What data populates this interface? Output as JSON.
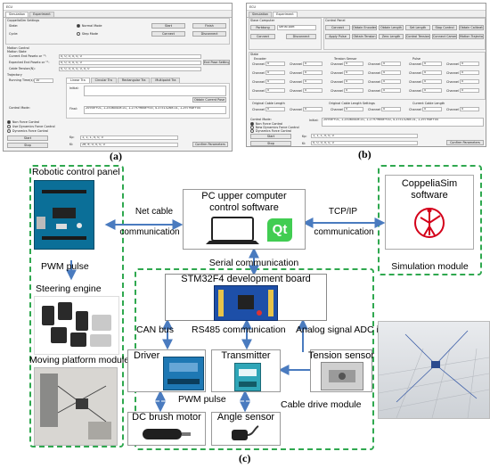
{
  "labels": {
    "a": "(a)",
    "b": "(b)",
    "c": "(c)"
  },
  "colors": {
    "dashed_border": "#2fa84f",
    "arrow": "#4a7bbf",
    "box_border": "#7a9cc8",
    "qt_green": "#41cd52",
    "coppelia_red": "#d4001a"
  },
  "screen_a": {
    "title": "ECU",
    "tabs": [
      "Simulation",
      "Experiment"
    ],
    "settings_title": "CoppeliaSim Settings",
    "state_label": "State:",
    "normal_mode": "Normal Mode",
    "cycle_label": "Cycle:",
    "step_mode": "Step Mode",
    "start": "Start",
    "finish": "Finish",
    "connect": "Connect",
    "disconnect": "Disconnect",
    "motion_title": "Motion Control",
    "motion_state": "Motion State",
    "current_label": "Current End Posetx or \"\":",
    "current_value": "0, 0, 0, 0, 0, 0",
    "expected_label": "Expected End Posetx or \"\":",
    "expected_value": "0, 0, 0, 0, 0, 0",
    "end_pose_btn": "End Pose Settings",
    "cable_label": "Cable Tension(N):",
    "cable_value": "0, 0, 0, 0, 0, 0, 0, 0",
    "trajectory_label": "Trajectory",
    "running_label": "Running Time(s):",
    "running_value": "10",
    "traj_tabs": [
      "Linear Tra",
      "Circular Tra",
      "Rectangular Tra",
      "Multipoint Tra"
    ],
    "initial_label": "Initial:",
    "obtain_btn": "Obtain Current Pose",
    "final_label": "Final:",
    "final_value": "2095e+01,  1.2506040e-01,  1.2797966e+00, 4.3751526e-01,  1.29794e+00",
    "control_mode": "Control Mode:",
    "modes": [
      "Non Force Control",
      "Use Dynamics Force Control",
      "Dynamics Force Control"
    ],
    "start_btn": "Start",
    "stop_btn": "Stop",
    "kp_label": "Kp:",
    "kp_value": "1, 1, 1, 0, 0, 0",
    "ki_label": "Ki:",
    "ki_value": "2e, e, 0, 0, 0, 0",
    "confirm_btn": "Confirm Parameters"
  },
  "screen_b": {
    "title": "ECU",
    "tabs": [
      "Simulation",
      "Experiment"
    ],
    "slave_title": "Slave Computer",
    "port_btn": "Portdong",
    "serial_port": "Serial port",
    "connect_btn": "Connect",
    "disconnect_btn": "Disconnect",
    "control_panel": "Control Panel",
    "cp_row1": [
      "Connect",
      "Obtain Encoder",
      "Obtain Length",
      "Set Length",
      "Stop Control",
      "Obtain Calibration"
    ],
    "cp_row2": [
      "Apply Pulse",
      "Obtain Tension",
      "Zero Length",
      "Control Tension",
      "Connect Camera",
      "Motion Trajectory"
    ],
    "state_title": "State",
    "encoder": "Encoder",
    "tension_sensor": "Tension Sensor",
    "pulse": "Pulse",
    "channels": [
      "Channel 1",
      "Channel 2",
      "Channel 3",
      "Channel 4",
      "Channel 5",
      "Channel 6",
      "Channel 7",
      "Channel 8"
    ],
    "zero": "0",
    "original_cable": "Original Cable Length",
    "original_settings": "Original Cable Length Settings",
    "current_cable": "Current Cable Length",
    "control_mode": "Control Mode:",
    "initial_label": "Initial:",
    "initial_value": "2095e+01,  1.2506040e-01,  1.2797966e+00, 4.3751526e-01,  1.29794e+00",
    "modes": [
      "Non Force Control",
      "New Dynamics Force Control",
      "Dynamics Force Control"
    ],
    "start_btn": "Start",
    "stop_btn": "Stop",
    "kp_label": "Kp:",
    "kp_value": "1, 1, 1, 0, 0, 0",
    "ki_label": "Ki:",
    "ki_value": "0, 0, 0, 0, 0, 0",
    "confirm_btn": "Confirm Parameters"
  },
  "diagram": {
    "robotic_panel": "Robotic control panel",
    "net_cable": [
      "Net cable",
      "communication"
    ],
    "pc_software": [
      "PC upper computer",
      "control software"
    ],
    "qt_logo": "Qt",
    "tcpip": [
      "TCP/IP",
      "communication"
    ],
    "coppelia": [
      "CoppeliaSim",
      "software"
    ],
    "pwm_pulse_1": "PWM pulse",
    "steering_engine": "Steering engine",
    "serial_comm": "Serial  communication",
    "simulation_module": "Simulation module",
    "stm32": "STM32F4 development board",
    "can_bus": "CAN bus",
    "rs485": "RS485 communication",
    "analog_adc": "Analog signal ADC input",
    "moving_platform": "Moving platform module",
    "driver": "Driver",
    "transmitter": "Transmitter",
    "tension_sensor": "Tension sensor",
    "pwm_pulse_2": "PWM  pulse",
    "cable_drive": "Cable drive module",
    "dc_motor": "DC brush motor",
    "angle_sensor": "Angle sensor"
  }
}
